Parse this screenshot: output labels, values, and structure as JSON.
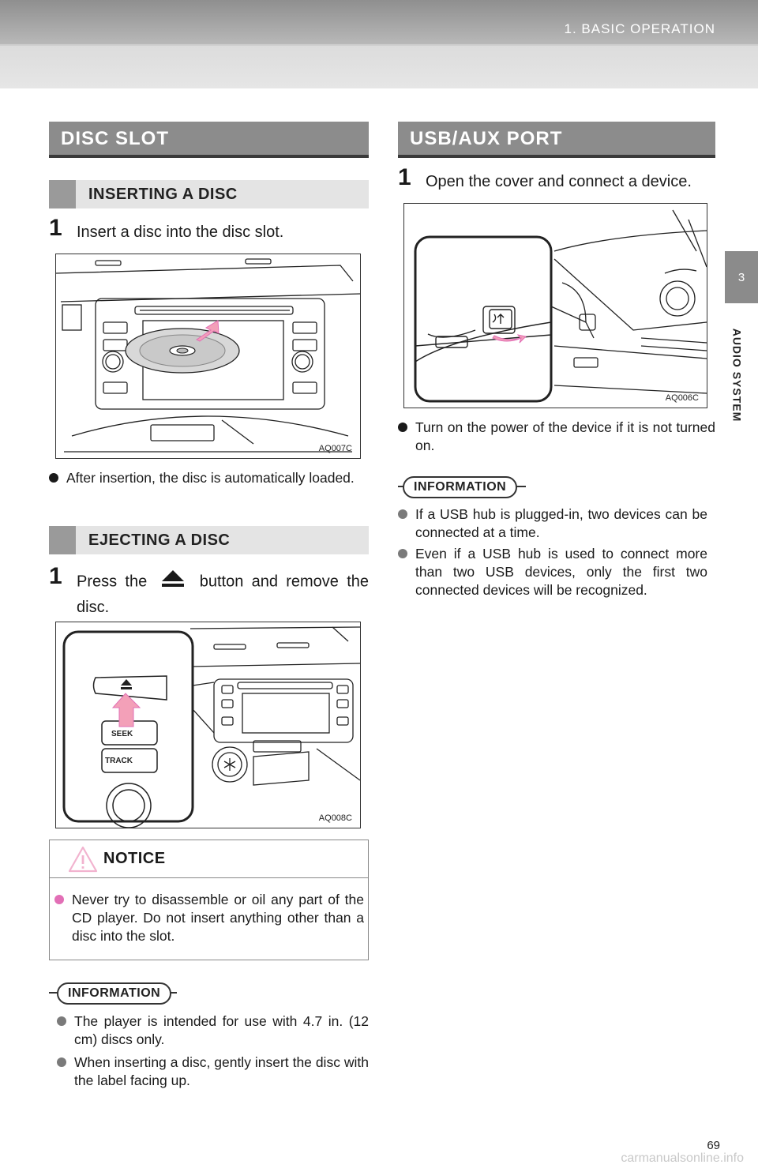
{
  "header": {
    "title": "1. BASIC OPERATION"
  },
  "side_tab": {
    "number": "3",
    "label": "AUDIO SYSTEM"
  },
  "left": {
    "section_title": "DISC SLOT",
    "inserting": {
      "heading": "INSERTING A DISC",
      "step_number": "1",
      "step_text": "Insert a disc into the disc slot.",
      "figure_code": "AQ007C",
      "bullet": "After insertion, the disc is automatically loaded."
    },
    "ejecting": {
      "heading": "EJECTING A DISC",
      "step_number": "1",
      "step_text_before": "Press the",
      "step_text_after": "button and remove the disc.",
      "figure_code": "AQ008C",
      "figure_labels": {
        "seek": "SEEK",
        "track": "TRACK"
      }
    },
    "notice": {
      "title": "NOTICE",
      "items": [
        "Never try to disassemble or oil any part of the CD player. Do not insert anything other than a disc into the slot."
      ]
    },
    "information": {
      "title": "INFORMATION",
      "items": [
        "The player is intended for use with 4.7 in. (12 cm) discs only.",
        "When inserting a disc, gently insert the disc with the label facing up."
      ]
    }
  },
  "right": {
    "section_title": "USB/AUX PORT",
    "step_number": "1",
    "step_text": "Open the cover and connect a device.",
    "figure_code": "AQ006C",
    "bullet": "Turn on the power of the device if it is not turned on.",
    "information": {
      "title": "INFORMATION",
      "items": [
        "If a USB hub is plugged-in, two devices can be connected at a time.",
        "Even if a USB hub is used to connect more than two USB devices, only the first two connected devices will be recognized."
      ]
    }
  },
  "footer": {
    "page_number": "69",
    "watermark": "carmanualsonline.info"
  },
  "colors": {
    "header_grey": "#8c8c8c",
    "notice_pink": "#e26fb6",
    "arrow_pink": "#f3a0b8"
  }
}
